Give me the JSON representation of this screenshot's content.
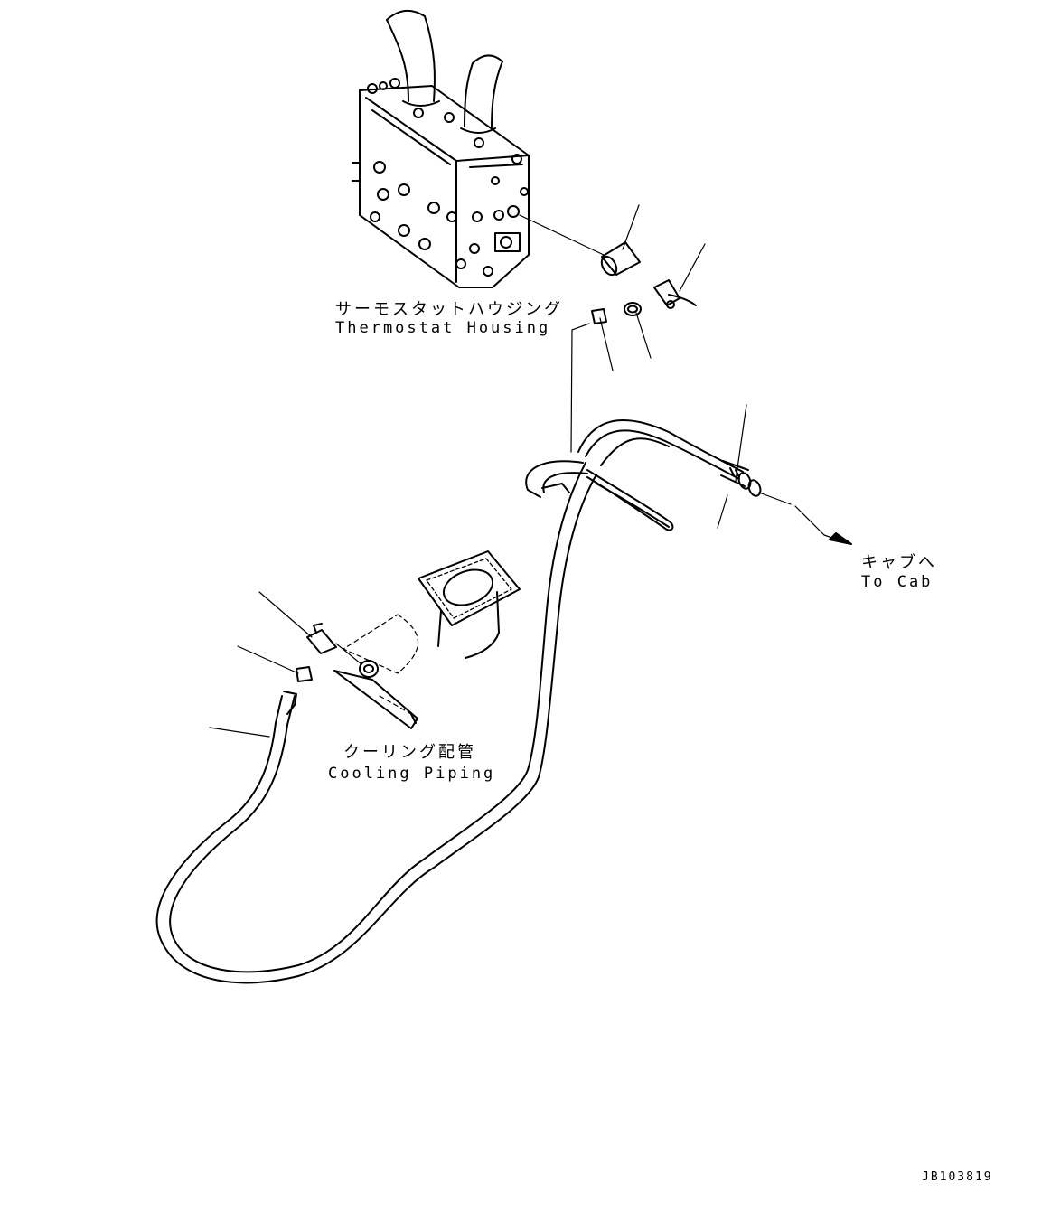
{
  "labels": {
    "thermostat_ja": "サーモスタットハウジング",
    "thermostat_en": "Thermostat Housing",
    "cooling_ja": "クーリング配管",
    "cooling_en": "Cooling Piping",
    "cab_ja": "キャブへ",
    "cab_en": "To Cab",
    "drawing_no": "JB103819"
  },
  "colors": {
    "line": "#000000",
    "background": "#ffffff"
  }
}
